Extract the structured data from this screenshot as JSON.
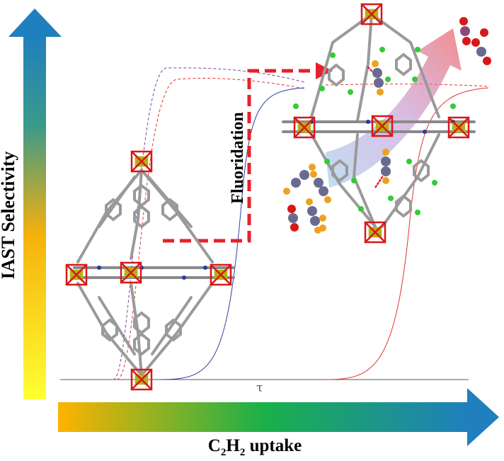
{
  "labels": {
    "y_axis": "IAST Selectivity",
    "x_axis_main": "C",
    "x_axis_sub1": "2",
    "x_axis_mid": "H",
    "x_axis_sub2": "2",
    "x_axis_end": " uptake",
    "process": "Fluoridation",
    "tau": "τ"
  },
  "colors": {
    "y_arrow_top": "#1f7fbf",
    "y_arrow_bottom": "#ffff33",
    "x_arrow_left": "#ffb300",
    "x_arrow_right": "#1f7fbf",
    "dashed_arrow": "#e8202a",
    "atom_metal": "#b8b010",
    "atom_oxygen": "#d81818",
    "atom_nitrogen": "#2a3aa8",
    "atom_fluorine": "#33cc33",
    "atom_carbon": "#9a9a9a",
    "molecule_c2h2": "#6a6a90",
    "molecule_co2_o": "#d81818",
    "molecule_h": "#f0a020",
    "curve_blue": "#3040a0",
    "curve_red": "#e83030",
    "curve_purple": "#8040a0"
  },
  "structures": [
    {
      "name": "parent-framework",
      "substituent": "none"
    },
    {
      "name": "fluorinated-framework",
      "substituent": "F"
    }
  ],
  "molecules": [
    "C2H2",
    "CO2"
  ]
}
